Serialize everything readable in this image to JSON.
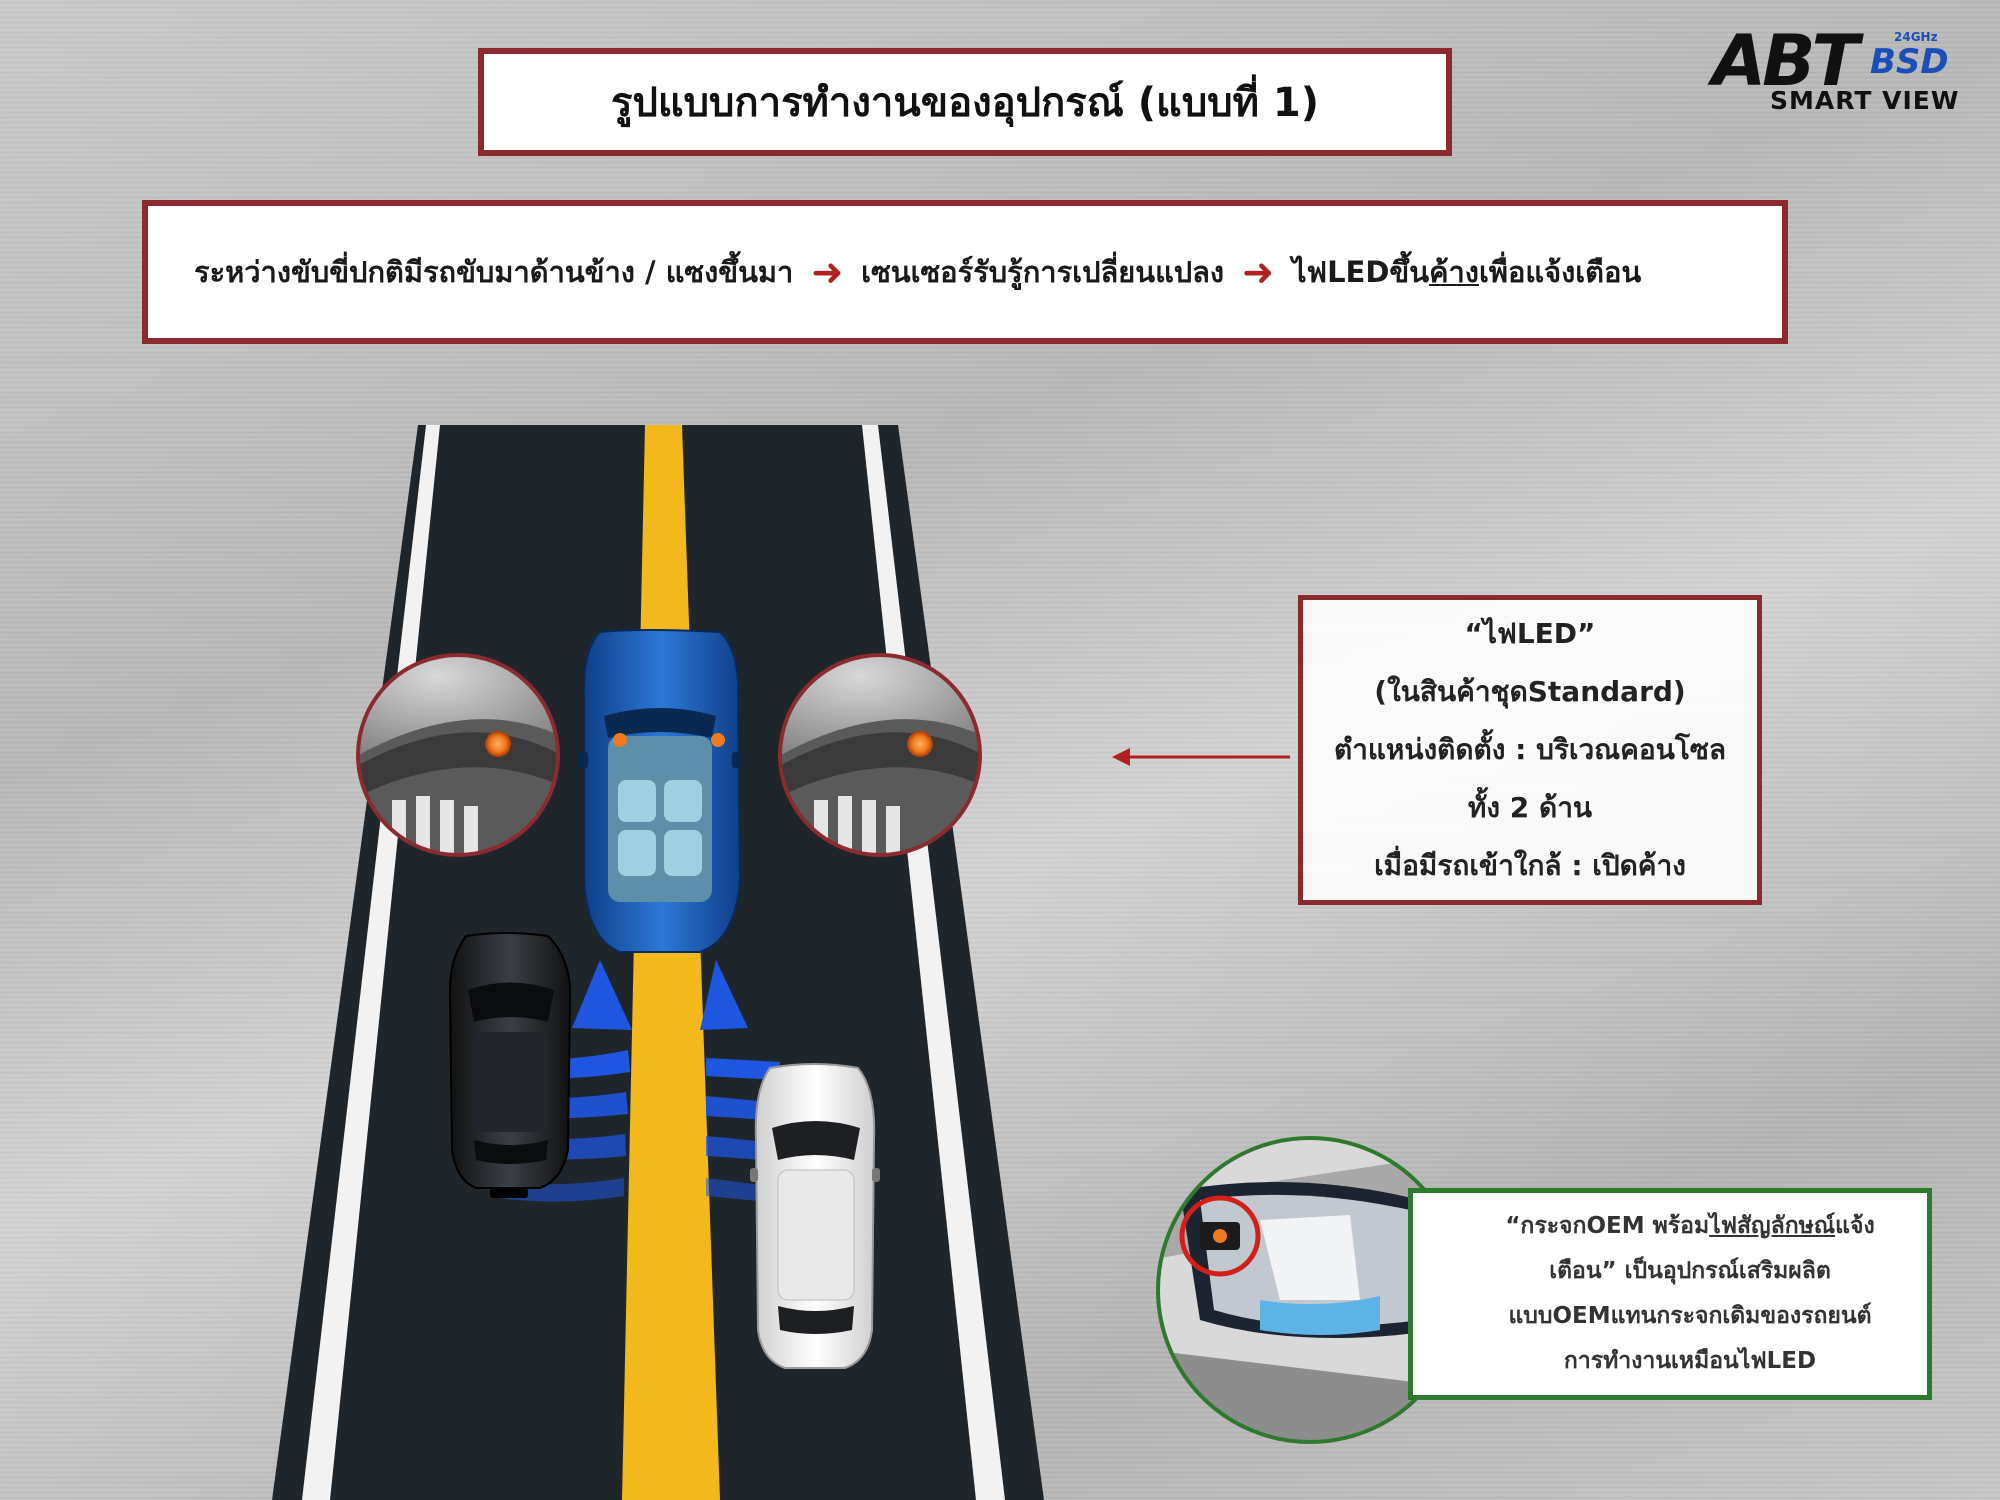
{
  "header": {
    "title": "รูปแบบการทำงานของอุปกรณ์ (แบบที่ 1)"
  },
  "logo": {
    "brand": "ABT",
    "product": "BSD",
    "frequency": "24GHz",
    "subtitle": "SMART VIEW"
  },
  "flow": {
    "step1": "ระหว่างขับขี่ปกติมีรถขับมาด้านข้าง / แซงขึ้นมา",
    "arrow": "➜",
    "step2": "เซนเซอร์รับรู้การเปลี่ยนแปลง",
    "step3_prefix": "ไฟLEDขึ้น",
    "step3_underlined": "ค้าง",
    "step3_suffix": "เพื่อแจ้งเตือน"
  },
  "led_info": {
    "line1": "“ไฟLED”",
    "line2": "(ในสินค้าชุดStandard)",
    "line3": "ตำแหน่งติดตั้ง : บริเวณคอนโซล",
    "line4": "ทั้ง 2 ด้าน",
    "line5": "เมื่อมีรถเข้าใกล้ : เปิดค้าง"
  },
  "mirror_info": {
    "line1_prefix": "“กระจกOEM พร้อม",
    "line1_underlined": "ไฟสัญลักษณ์",
    "line1_suffix": "แจ้ง",
    "line2": "เตือน” เป็นอุปกรณ์เสริมผลิต",
    "line3": "แบบOEMแทนกระจกเดิมของรถยนต์",
    "line4": "การทำงานเหมือนไฟLED"
  },
  "colors": {
    "frame_red": "#8b2a2f",
    "frame_green": "#2d7a2d",
    "road": "#1f262b",
    "lane_yellow": "#f3b81b",
    "car_blue": "#1d5fb8",
    "led_orange": "#f07a1e",
    "radar_blue": "#1f56e0"
  }
}
